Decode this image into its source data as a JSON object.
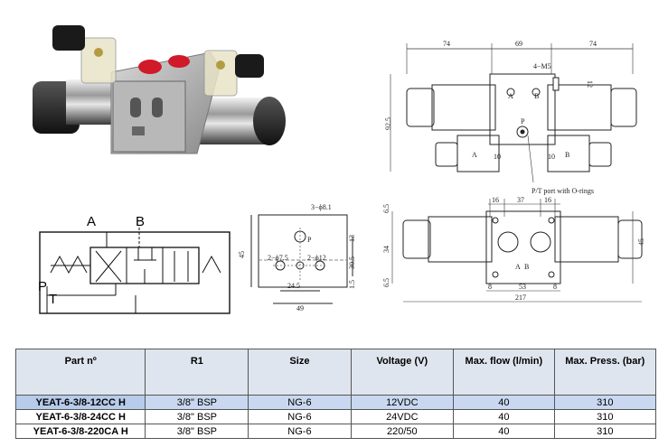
{
  "drawings": {
    "side_view": {
      "dims_top": [
        "74",
        "69",
        "74"
      ],
      "thread": "4−M5",
      "dim_12": "12",
      "dim_height": "92.5",
      "dim_10a": "10",
      "dim_10b": "10",
      "port_a": "A",
      "port_b": "B",
      "port_p": "P",
      "label_a": "A",
      "label_b": "B",
      "note": "P/T port with O-rings"
    },
    "top_view": {
      "dim_16a": "16",
      "dim_37": "37",
      "dim_16b": "16",
      "dim_65a": "6.5",
      "dim_65b": "6.5",
      "dim_34": "34",
      "dim_45": "45",
      "dim_8a": "8",
      "dim_53": "53",
      "dim_8b": "8",
      "dim_217": "217",
      "port_a": "A",
      "port_b": "B"
    },
    "port_face": {
      "hole": "3−ϕ8.1",
      "hole_75": "2−ϕ7.5",
      "hole_12": "2−ϕ12",
      "dim_45": "45",
      "dim_13": "13",
      "dim_305": "30.5",
      "dim_15": "1.5",
      "dim_245": "24.5",
      "dim_49": "49",
      "port_p": "P"
    },
    "symbol": {
      "port_a": "A",
      "port_b": "B",
      "port_p": "P",
      "port_t": "T"
    }
  },
  "table": {
    "headers": [
      "Part nº",
      "R1",
      "Size",
      "Voltage (V)",
      "Max. flow (l/min)",
      "Max. Press. (bar)"
    ],
    "rows": [
      {
        "part": "YEAT-6-3/8-12CC H",
        "r1": "3/8\" BSP",
        "size": "NG-6",
        "voltage": "12VDC",
        "flow": "40",
        "press": "310"
      },
      {
        "part": "YEAT-6-3/8-24CC H",
        "r1": "3/8\" BSP",
        "size": "NG-6",
        "voltage": "24VDC",
        "flow": "40",
        "press": "310"
      },
      {
        "part": "YEAT-6-3/8-220CA H",
        "r1": "3/8\" BSP",
        "size": "NG-6",
        "voltage": "220/50",
        "flow": "40",
        "press": "310"
      }
    ]
  }
}
